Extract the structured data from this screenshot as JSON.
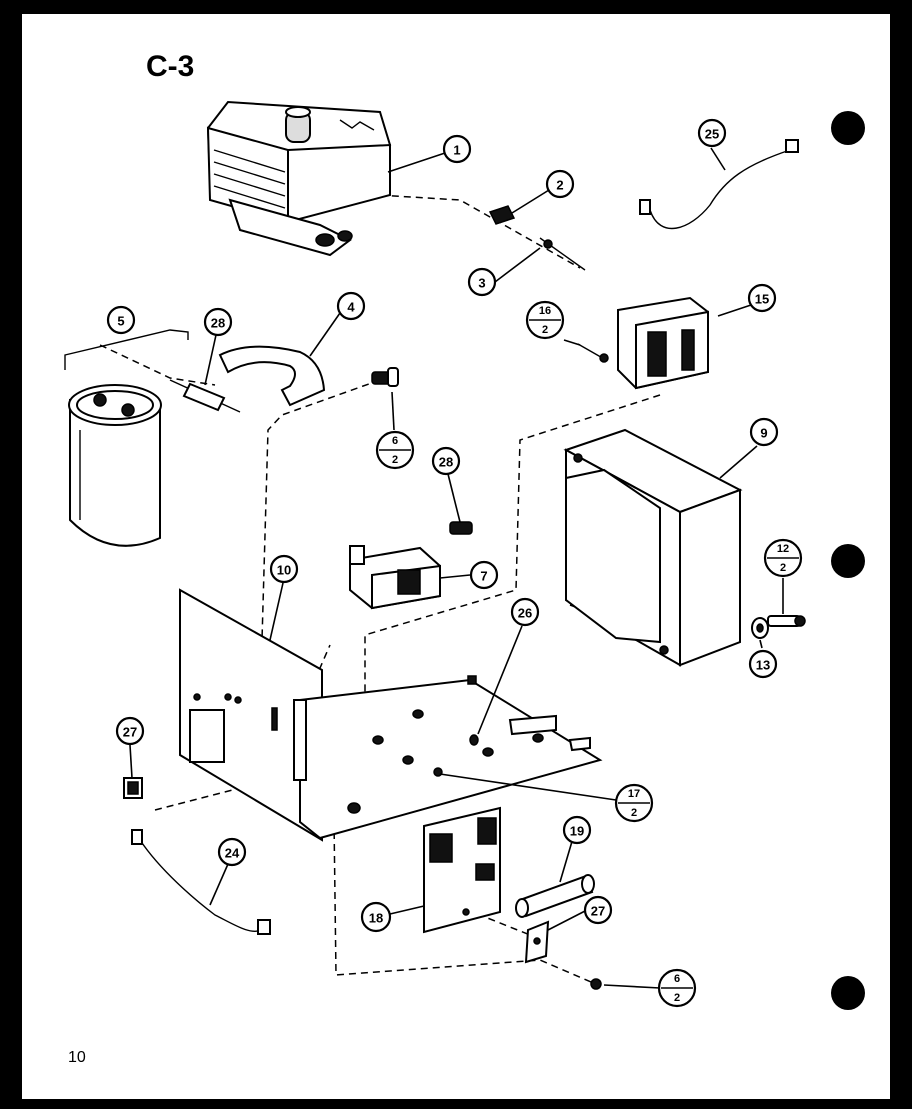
{
  "page": {
    "title": "C-3",
    "page_number": "10"
  },
  "callouts": {
    "c1": "1",
    "c2": "2",
    "c3": "3",
    "c4": "4",
    "c5": "5",
    "c7": "7",
    "c9": "9",
    "c10": "10",
    "c13": "13",
    "c15": "15",
    "c16": "16",
    "c16_top": "16",
    "c16_bottom": "2",
    "c6a_top": "6",
    "c6a_bottom": "2",
    "c6b_top": "6",
    "c6b_bottom": "2",
    "c12_top": "12",
    "c12_bottom": "2",
    "c17_top": "17",
    "c17_bottom": "2",
    "c19": "19",
    "c24": "24",
    "c25": "25",
    "c26": "26",
    "c27a": "27",
    "c27b": "27",
    "c28a": "28",
    "c28b": "28"
  }
}
